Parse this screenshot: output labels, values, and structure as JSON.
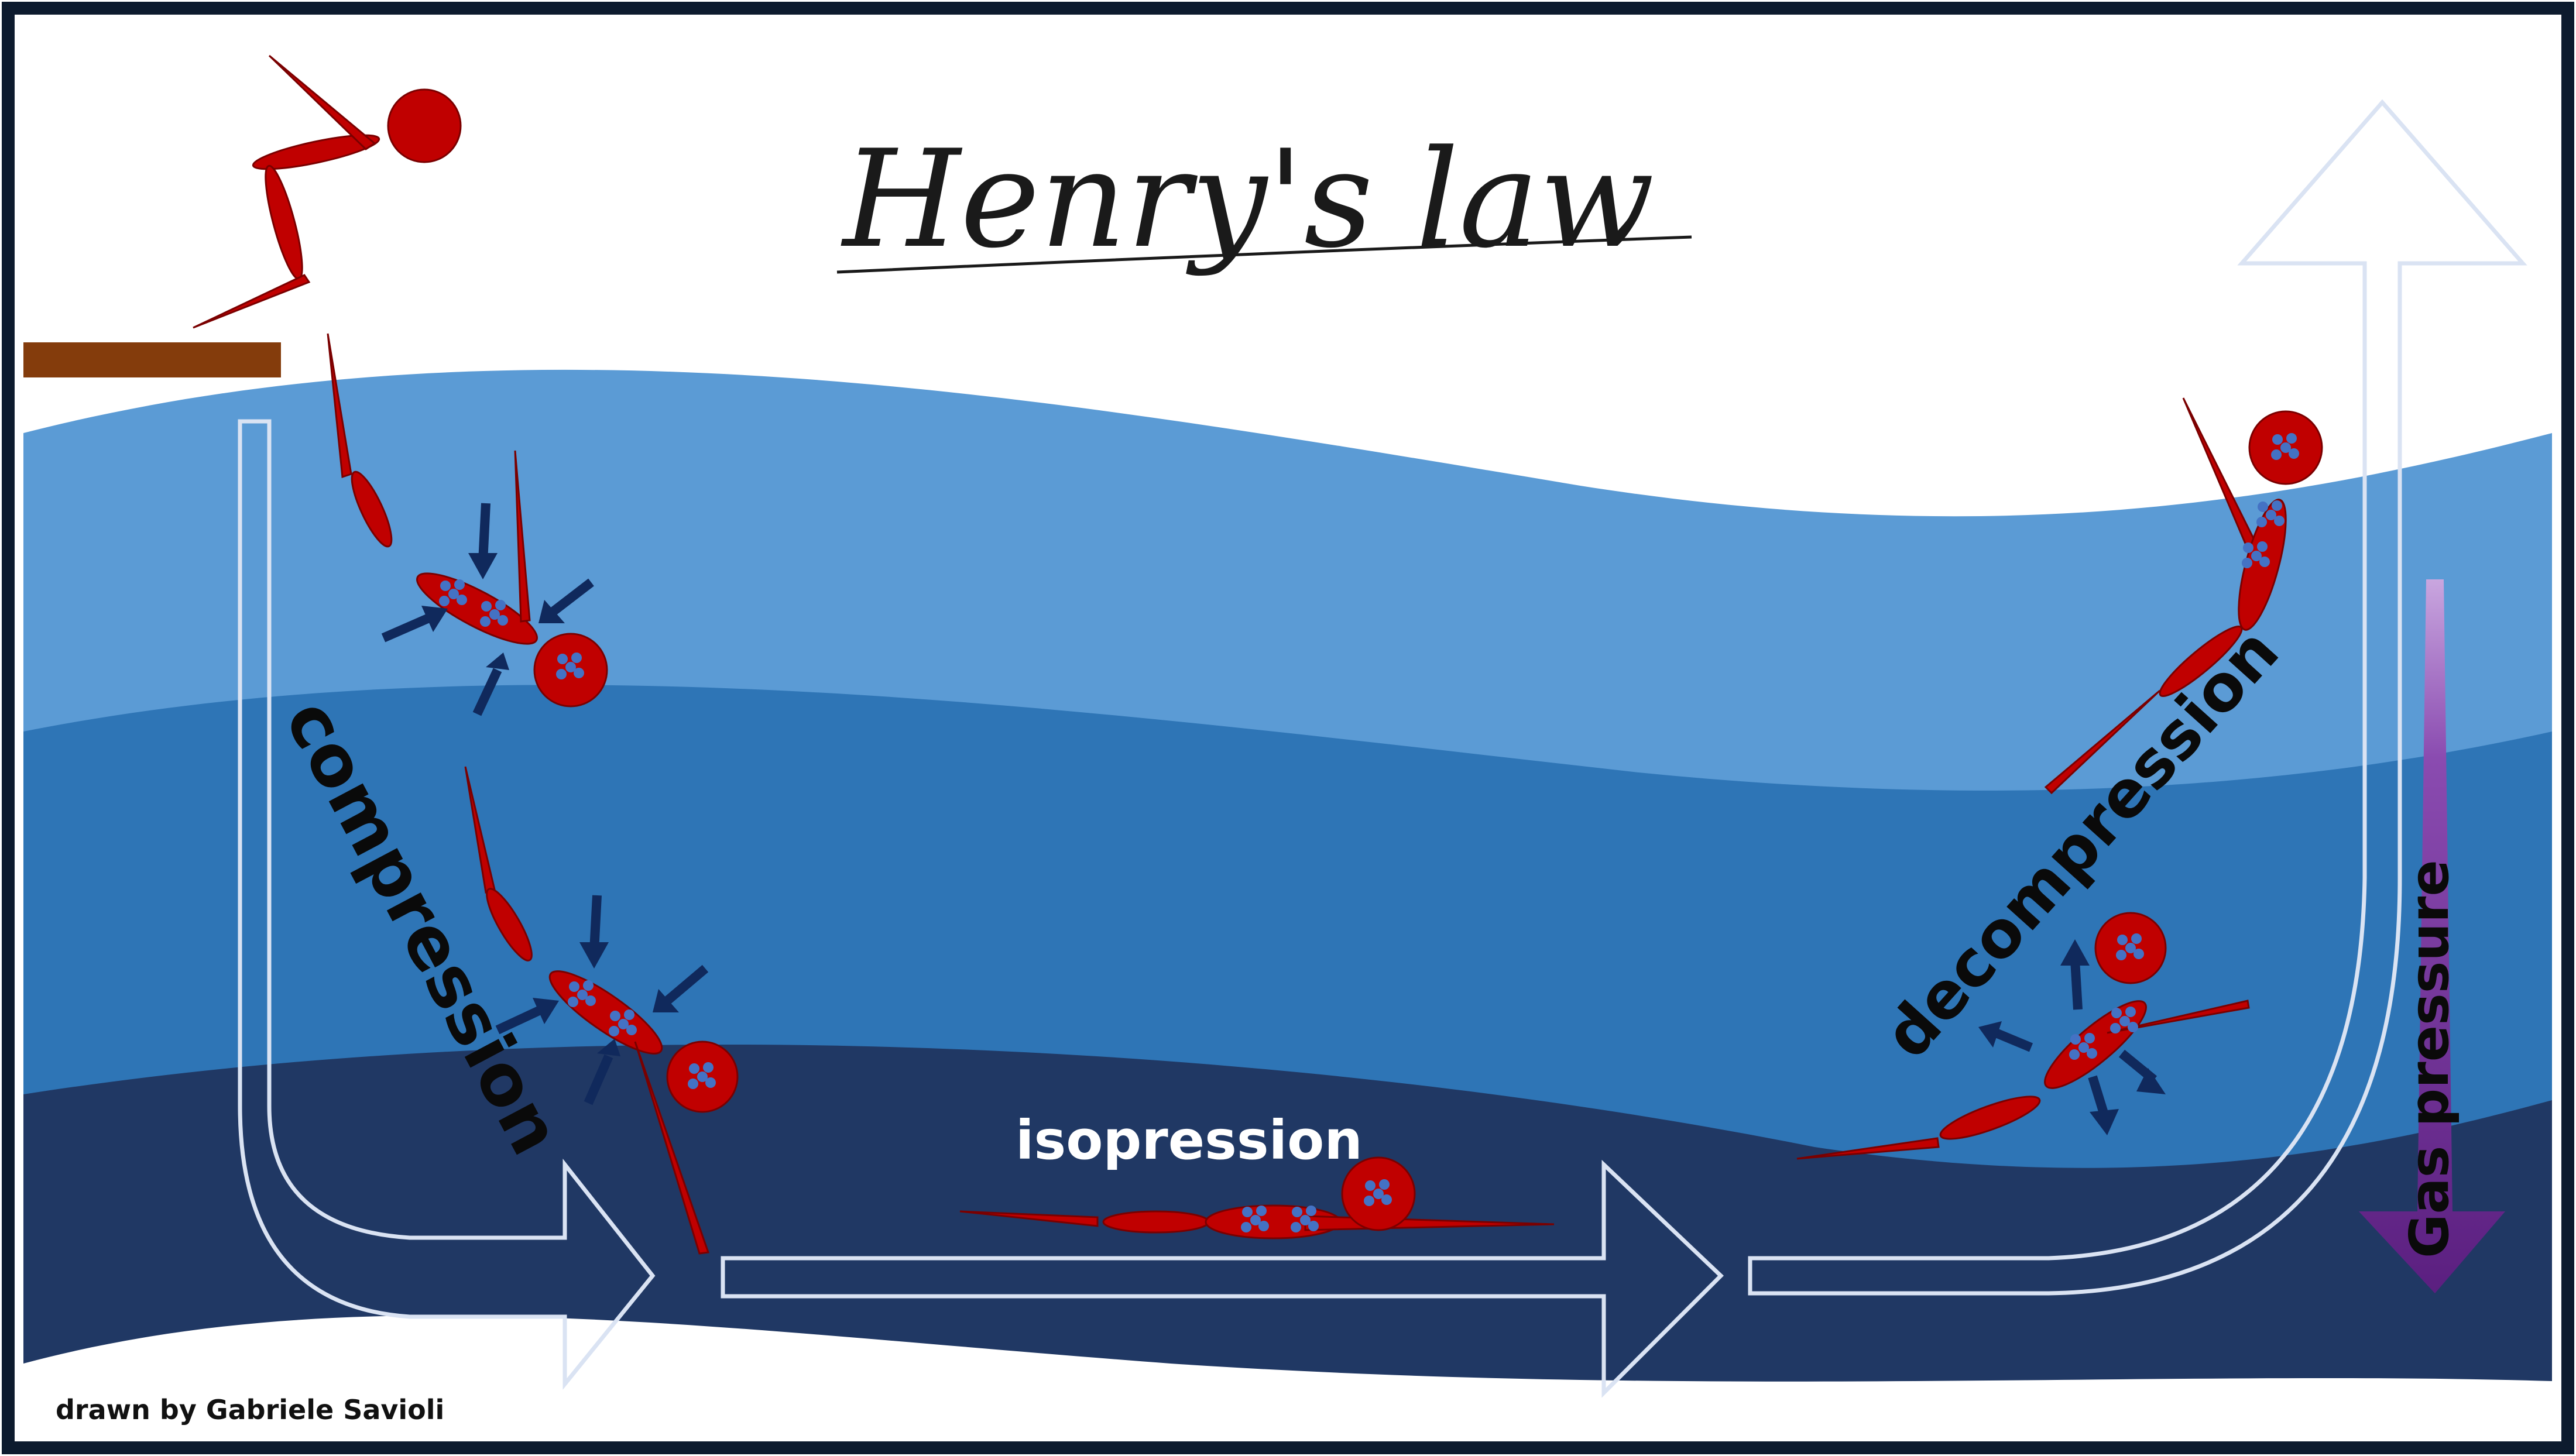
{
  "title": "Henry's law",
  "labels": {
    "compression": "compression",
    "isopression": "isopression",
    "decompression": "decompression",
    "gas_pressure": "Gas pressure"
  },
  "credit": "drawn by Gabriele Savioli",
  "colors": {
    "border": "#0d1b2e",
    "water_light": "#5b9bd5",
    "water_mid": "#2e75b6",
    "water_deep": "#203864",
    "diver": "#c00000",
    "bubble": "#4472c4",
    "arrow_dark": "#10295c",
    "flow_arrow": "#dae3f3",
    "platform": "#843c0c",
    "gas_arrow": "#6a2a8a"
  }
}
